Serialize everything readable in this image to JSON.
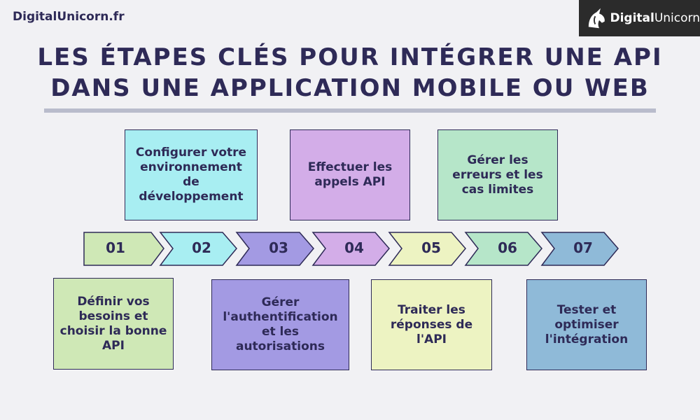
{
  "brand_text": "DigitalUnicorn.fr",
  "logo": {
    "strong": "Digital",
    "light": "Unicorn",
    "icon": "unicorn-head-icon"
  },
  "title": {
    "line1": "LES ÉTAPES CLÉS POUR INTÉGRER UNE API",
    "line2": "DANS UNE APPLICATION MOBILE OU WEB"
  },
  "steps": [
    {
      "number": "01",
      "text": "Définir vos besoins et choisir la bonne API",
      "color": "#cfe8b6",
      "position": "bottom"
    },
    {
      "number": "02",
      "text": "Configurer votre environnement de développement",
      "color": "#a8eef2",
      "position": "top"
    },
    {
      "number": "03",
      "text": "Gérer l'authentification et les autorisations",
      "color": "#a39ae3",
      "position": "bottom"
    },
    {
      "number": "04",
      "text": "Effectuer les appels API",
      "color": "#d3ade8",
      "position": "top"
    },
    {
      "number": "05",
      "text": "Traiter les réponses de l'API",
      "color": "#edf3c2",
      "position": "bottom"
    },
    {
      "number": "06",
      "text": "Gérer les erreurs et les cas limites",
      "color": "#b6e6c9",
      "position": "top"
    },
    {
      "number": "07",
      "text": "Tester et optimiser l'intégration",
      "color": "#8fbad8",
      "position": "bottom"
    }
  ],
  "colors": {
    "text": "#2e2a57",
    "background": "#f1f1f4",
    "divider": "#b9bccc"
  }
}
